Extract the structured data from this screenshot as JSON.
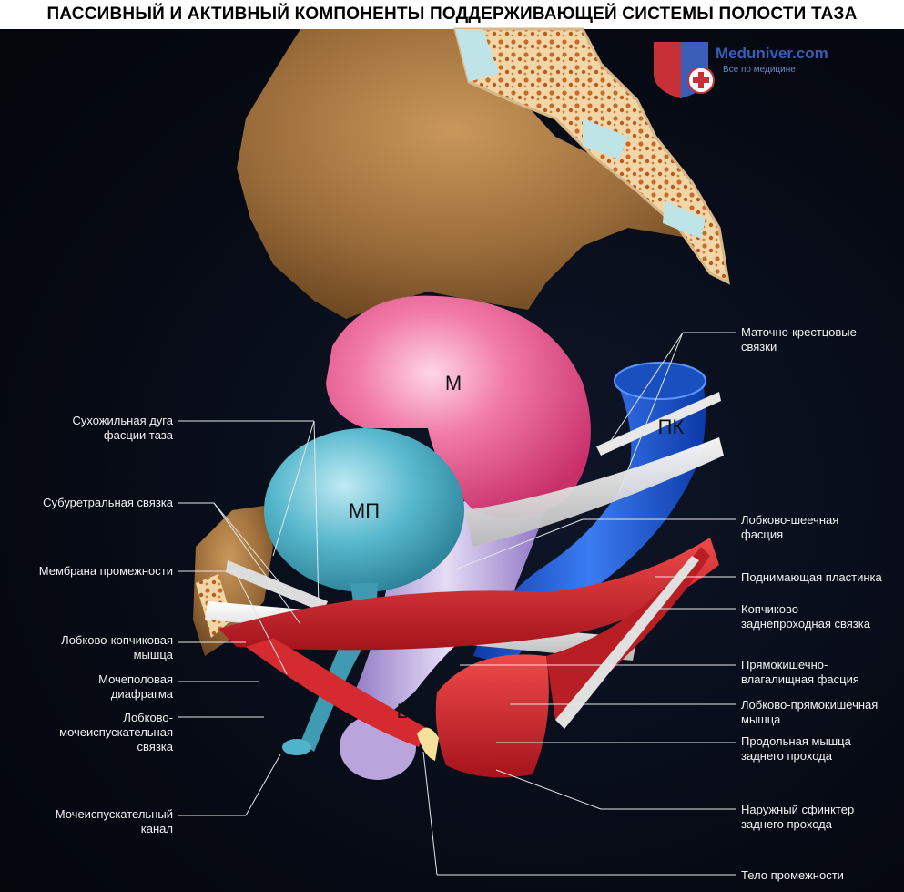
{
  "title": "ПАССИВНЫЙ И АКТИВНЫЙ КОМПОНЕНТЫ ПОДДЕРЖИВАЮЩЕЙ СИСТЕМЫ ПОЛОСТИ ТАЗА",
  "logo": {
    "name": "Meduniver.com",
    "tagline": "Все по медицине"
  },
  "organs": {
    "uterus": "М",
    "bladder": "МП",
    "rectum": "ПК",
    "vagina": "В"
  },
  "labels_left": [
    "Сухожильная дуга\nфасции таза",
    "Субуретральная связка",
    "Мембрана промежности",
    "Лобково-копчиковая\nмышца",
    "Мочеполовая\nдиафрагма",
    "Лобково-\nмочеиспускательная\nсвязка",
    "Мочеиспускательный\nканал"
  ],
  "labels_right": [
    "Маточно-крестцовые\nсвязки",
    "Лобково-шеечная\nфасция",
    "Поднимающая пластинка",
    "Копчиково-\nзаднепроходная связка",
    "Прямокишечно-\nвлагалищная фасция",
    "Лобково-прямокишечная\nмышца",
    "Продольная мышца\nзаднего прохода",
    "Наружный сфинктер\nзаднего прохода",
    "Тело промежности"
  ],
  "colors": {
    "bone": "#a87a45",
    "uterus": "#e85a92",
    "bladder": "#4fb3c9",
    "rectum": "#1f5fd6",
    "muscle": "#d8262e",
    "vagina": "#c7b3e6",
    "leader_line": "#e6e6e6"
  }
}
